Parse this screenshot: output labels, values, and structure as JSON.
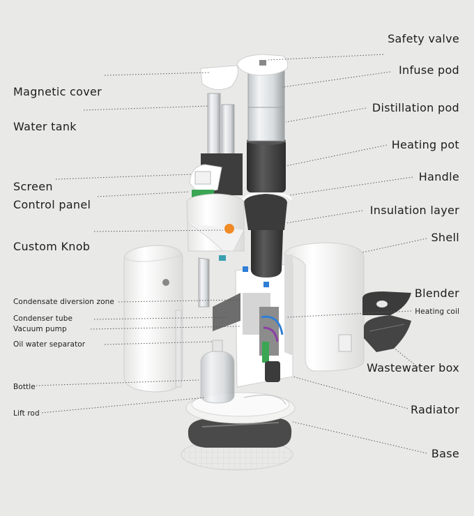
{
  "labels_left": [
    {
      "id": "magnetic-cover",
      "text": "Magnetic cover"
    },
    {
      "id": "water-tank",
      "text": "Water tank"
    },
    {
      "id": "screen",
      "text": "Screen"
    },
    {
      "id": "control-panel",
      "text": "Control panel"
    },
    {
      "id": "custom-knob",
      "text": "Custom Knob"
    },
    {
      "id": "condensate-diversion-zone",
      "text": "Condensate diversion zone"
    },
    {
      "id": "condenser-tube",
      "text": "Condenser tube"
    },
    {
      "id": "vacuum-pump",
      "text": "Vacuum pump"
    },
    {
      "id": "oil-water-separator",
      "text": "Oil water separator"
    },
    {
      "id": "bottle",
      "text": "Bottle"
    },
    {
      "id": "lift-rod",
      "text": "Lift rod"
    }
  ],
  "labels_right": [
    {
      "id": "safety-valve",
      "text": "Safety valve"
    },
    {
      "id": "infuse-pod",
      "text": "Infuse pod"
    },
    {
      "id": "distillation-pod",
      "text": "Distillation pod"
    },
    {
      "id": "heating-pot",
      "text": "Heating pot"
    },
    {
      "id": "handle",
      "text": "Handle"
    },
    {
      "id": "insulation-layer",
      "text": "Insulation layer"
    },
    {
      "id": "shell",
      "text": "Shell"
    },
    {
      "id": "blender",
      "text": "Blender"
    },
    {
      "id": "heating-coil",
      "text": "Heating coil"
    },
    {
      "id": "wastewater-box",
      "text": "Wastewater box"
    },
    {
      "id": "radiator",
      "text": "Radiator"
    },
    {
      "id": "base",
      "text": "Base"
    }
  ],
  "colors": {
    "background": "#e9e9e8",
    "leader": "#555555",
    "text": "#1c1c1c",
    "shell": "#f7f7f6",
    "dark": "#3b3b3b",
    "green": "#3aa653",
    "orange": "#f08a24",
    "blue": "#2f7fd6"
  }
}
